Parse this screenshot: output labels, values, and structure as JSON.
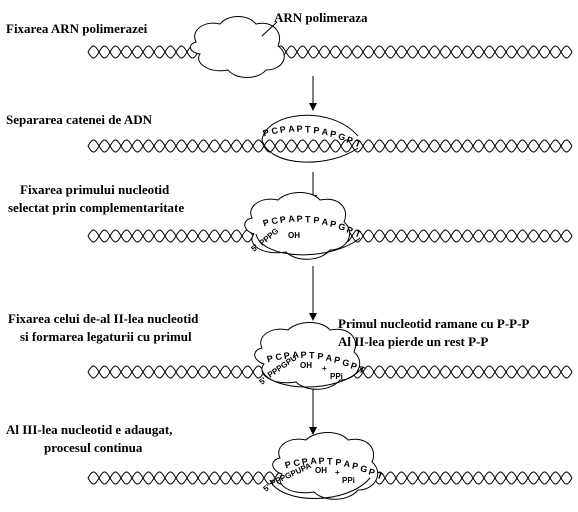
{
  "labels": {
    "step1": "Fixarea ARN polimerazei",
    "enzyme": "ARN polimeraza",
    "step2": "Separarea catenei de ADN",
    "step3_line1": "Fixarea primului nucleotid",
    "step3_line2": "selectat prin complementaritate",
    "step4_line1": "Fixarea celui de-al II-lea nucleotid",
    "step4_line2": "si formarea legaturii cu primul",
    "note_line1": "Primul nucleotid ramane cu P-P-P",
    "note_line2": "Al II-lea pierde un rest P-P",
    "step5_line1": "Al III-lea nucleotid e adaugat,",
    "step5_line2": "procesul continua"
  },
  "template_strand": {
    "bases": [
      "P",
      "C",
      "P",
      "A",
      "P",
      "T",
      "P",
      "A",
      "P",
      "G",
      "P",
      "T"
    ]
  },
  "nascent": {
    "step3": {
      "five_prime": "5'",
      "chain": "PPPG",
      "end": "OH"
    },
    "step4": {
      "five_prime": "5'",
      "chain": "PPPGPU",
      "end": "OH",
      "released": "PPi",
      "plus": "+"
    },
    "step5": {
      "five_prime": "5'",
      "chain": "PPPGPUPA",
      "end": "OH",
      "released": "PPi",
      "plus": "+"
    }
  }
}
